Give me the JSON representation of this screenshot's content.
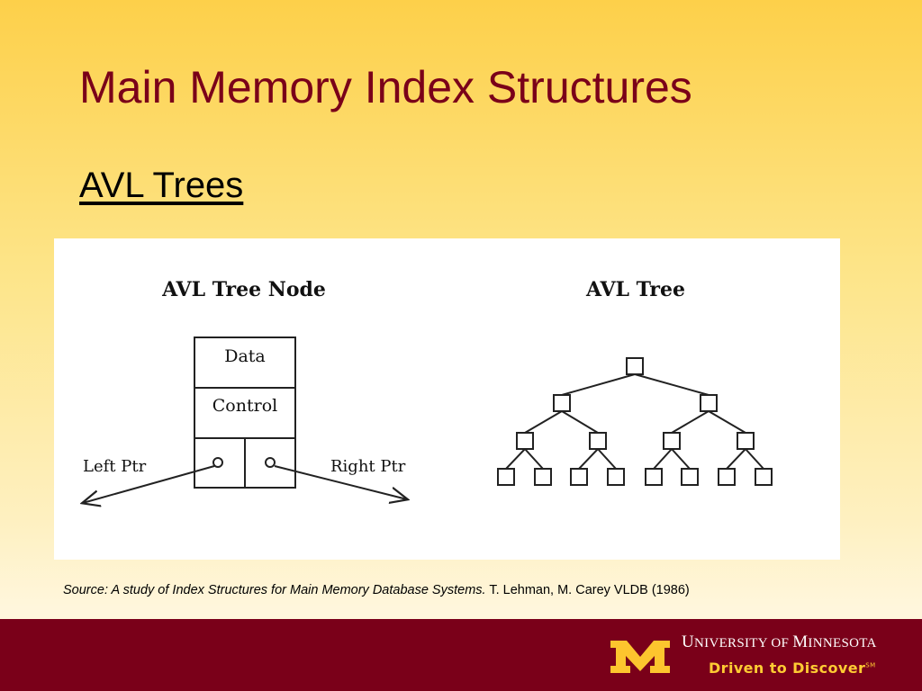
{
  "slide": {
    "title": "Main Memory Index Structures",
    "subtitle": "AVL Trees"
  },
  "figure": {
    "node_diagram": {
      "title": "AVL Tree Node",
      "fields": [
        "Data",
        "Control"
      ],
      "left_pointer_label": "Left Ptr",
      "right_pointer_label": "Right Ptr"
    },
    "tree_diagram": {
      "title": "AVL Tree",
      "levels": [
        1,
        2,
        4,
        8
      ]
    }
  },
  "caption": {
    "italic_part": "Source: A study of Index Structures for Main Memory Database Systems.",
    "plain_part": " T. Lehman, M. Carey VLDB (1986)"
  },
  "footer": {
    "university_part1": "U",
    "university_part2": "NIVERSITY OF ",
    "university_part3": "M",
    "university_part4": "INNESOTA",
    "tagline": "Driven to Discover",
    "tagline_mark": "SM"
  },
  "colors": {
    "maroon": "#7a0019",
    "gold": "#fdc52e",
    "gold_text": "#ffcc33",
    "title_text": "#7a0019"
  },
  "icons": {
    "brand_logo": "block-m-logo"
  }
}
